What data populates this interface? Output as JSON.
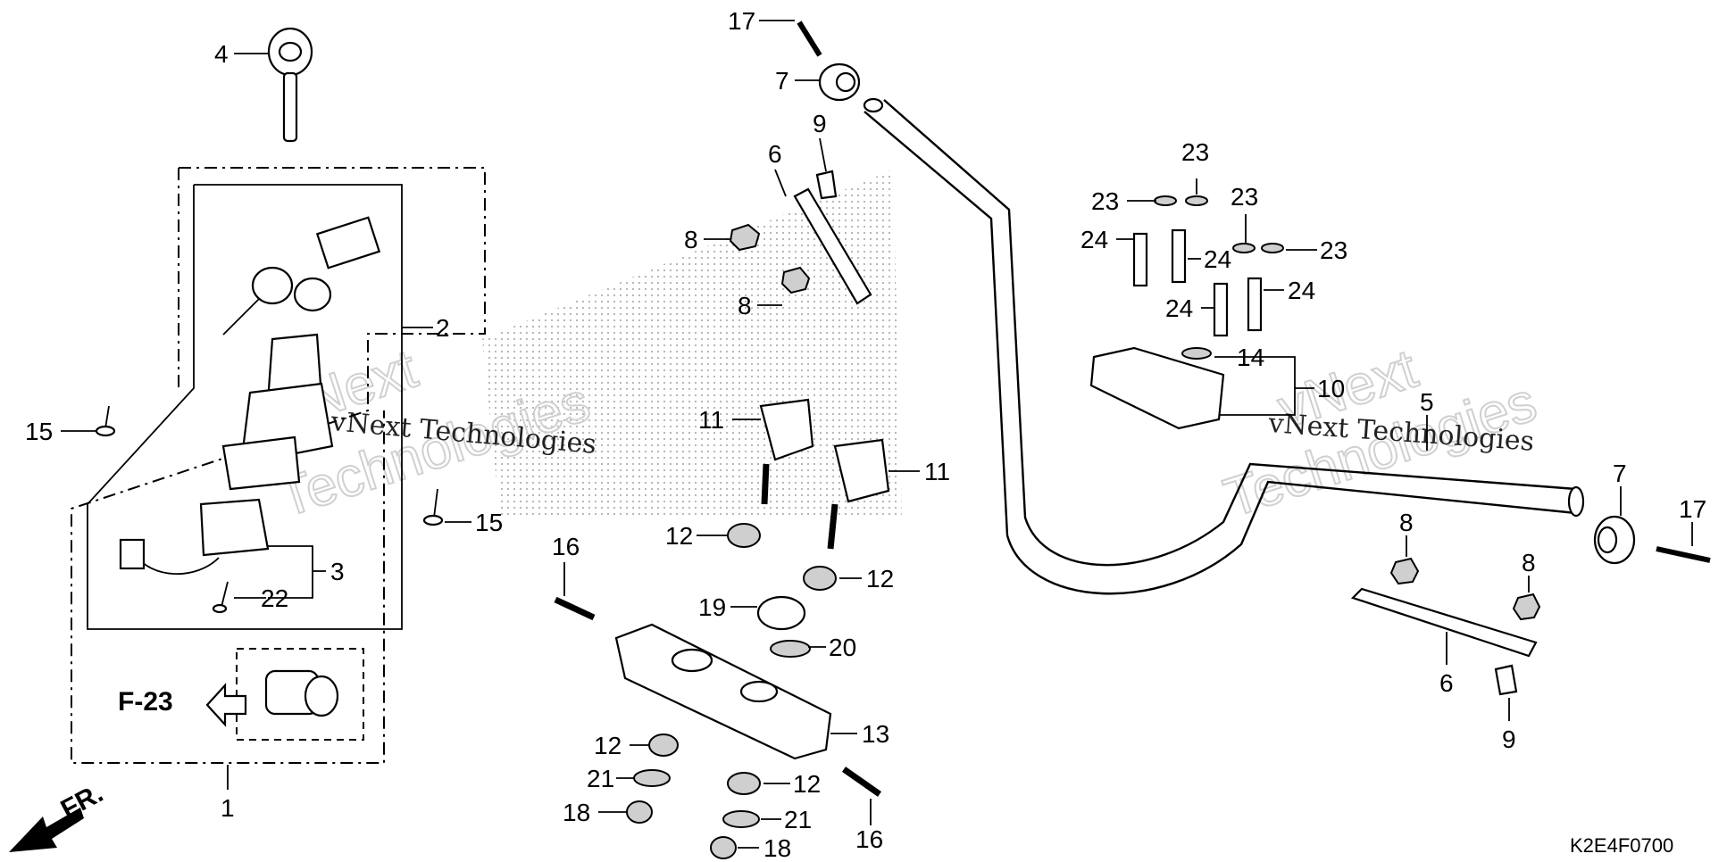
{
  "diagram": {
    "code": "K2E4F0700",
    "front_label": "FR.",
    "ref_label": "F-23",
    "watermark": {
      "line1": "vNext Technologies",
      "big_a": "vNext",
      "big_b": "Technologies"
    },
    "callouts": {
      "c1": "1",
      "c2": "2",
      "c3": "3",
      "c4": "4",
      "c5": "5",
      "c6a": "6",
      "c6b": "6",
      "c7a": "7",
      "c7b": "7",
      "c8a": "8",
      "c8b": "8",
      "c8c": "8",
      "c8d": "8",
      "c9a": "9",
      "c9b": "9",
      "c10": "10",
      "c11a": "11",
      "c11b": "11",
      "c12a": "12",
      "c12b": "12",
      "c12c": "12",
      "c12d": "12",
      "c13": "13",
      "c14": "14",
      "c15a": "15",
      "c15b": "15",
      "c16a": "16",
      "c16b": "16",
      "c17a": "17",
      "c17b": "17",
      "c18a": "18",
      "c18b": "18",
      "c19": "19",
      "c20": "20",
      "c21a": "21",
      "c21b": "21",
      "c22": "22",
      "c23a": "23",
      "c23b": "23",
      "c23c": "23",
      "c23d": "23",
      "c24a": "24",
      "c24b": "24",
      "c24c": "24",
      "c24d": "24"
    }
  }
}
